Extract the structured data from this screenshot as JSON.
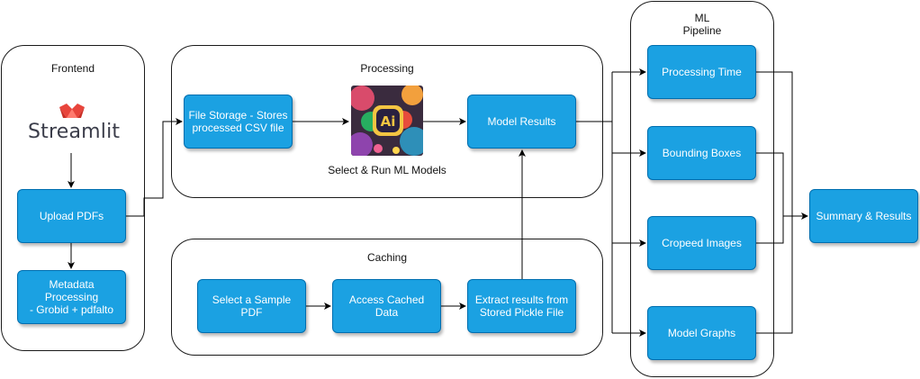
{
  "groups": {
    "frontend": "Frontend",
    "processing": "Processing",
    "caching": "Caching",
    "ml_pipeline_line1": "ML",
    "ml_pipeline_line2": "Pipeline"
  },
  "logo": {
    "text": "Streamlit",
    "icon": "streamlit-crown-icon",
    "color": "#e8453c"
  },
  "nodes": {
    "upload_pdfs": "Upload PDFs",
    "metadata_line1": "Metadata Processing",
    "metadata_line2": "- Grobid + pdfalto",
    "file_storage_line1": "File Storage - Stores",
    "file_storage_line2": "processed CSV file",
    "model_results": "Model Results",
    "select_sample_pdf": "Select a Sample PDF",
    "access_cached_data": "Access Cached Data",
    "extract_line1": "Extract results from",
    "extract_line2": "Stored Pickle File",
    "processing_time": "Processing Time",
    "bounding_boxes": "Bounding Boxes",
    "cropped_images": "Cropeed Images",
    "model_graphs": "Model Graphs",
    "summary_results": "Summary & Results"
  },
  "ml_image": {
    "caption": "Select & Run ML Models",
    "icon": "ai-artwork-icon"
  },
  "colors": {
    "node_fill": "#1ba1e2",
    "node_border": "#006eaf",
    "edge": "#000000"
  }
}
